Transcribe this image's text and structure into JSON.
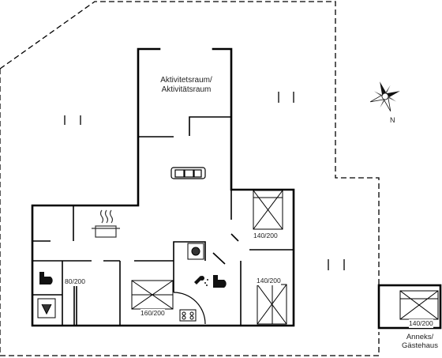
{
  "rooms": {
    "living_label": "Aktivitetsraum/\nAktivitätsraum",
    "annex_label": "Anneks/\nGästehaus"
  },
  "beds": [
    {
      "size": "140/200"
    },
    {
      "size": "140/200"
    },
    {
      "size": "160/200"
    },
    {
      "size": "80/200"
    },
    {
      "size": "140/200"
    }
  ],
  "compass": {
    "north_label": "N"
  },
  "colors": {
    "wall": "#000000",
    "terrace": "#000000",
    "fixture": "#333333"
  },
  "icons": [
    "compass-rose-icon",
    "sofa-icon",
    "cooking-pot-icon",
    "toilet-icon",
    "shower-icon",
    "washing-machine-icon",
    "stove-icon",
    "bed-icon"
  ]
}
